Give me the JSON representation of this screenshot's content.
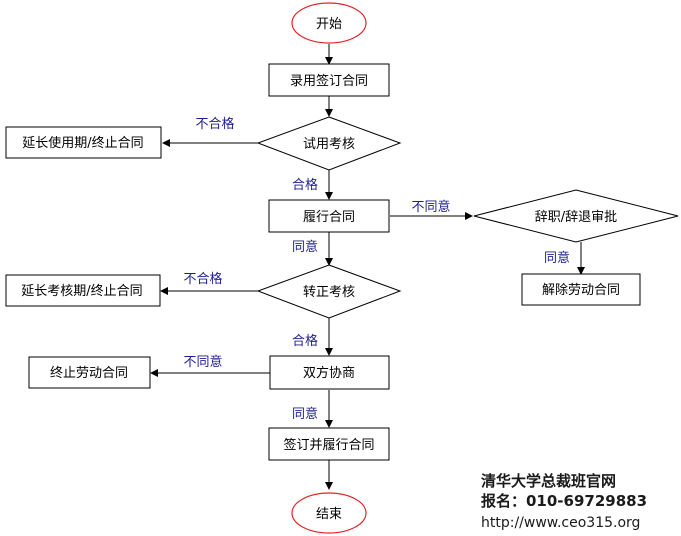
{
  "nodes": {
    "start": "开始",
    "sign": "录用签订合同",
    "probation": "试用考核",
    "extend_probation": "延长使用期/终止合同",
    "perform": "履行合同",
    "resign": "辞职/辞退审批",
    "terminate_labor": "解除劳动合同",
    "regular": "转正考核",
    "extend_review": "延长考核期/终止合同",
    "negotiate": "双方协商",
    "end_contract": "终止劳动合同",
    "sign_perform": "签订并履行合同",
    "end": "结束"
  },
  "edges": {
    "probation_fail": "不合格",
    "probation_pass": "合格",
    "perform_disagree": "不同意",
    "perform_agree": "同意",
    "resign_agree": "同意",
    "regular_fail": "不合格",
    "regular_pass": "合格",
    "negotiate_disagree": "不同意",
    "negotiate_agree": "同意"
  },
  "footer": {
    "line1": "清华大学总裁班官网",
    "line2": "报名：010-69729883",
    "line3": "http://www.ceo315.org"
  },
  "colors": {
    "terminal_border": "#e0262c",
    "line": "#000000",
    "edge_label": "#1f1f8f"
  }
}
